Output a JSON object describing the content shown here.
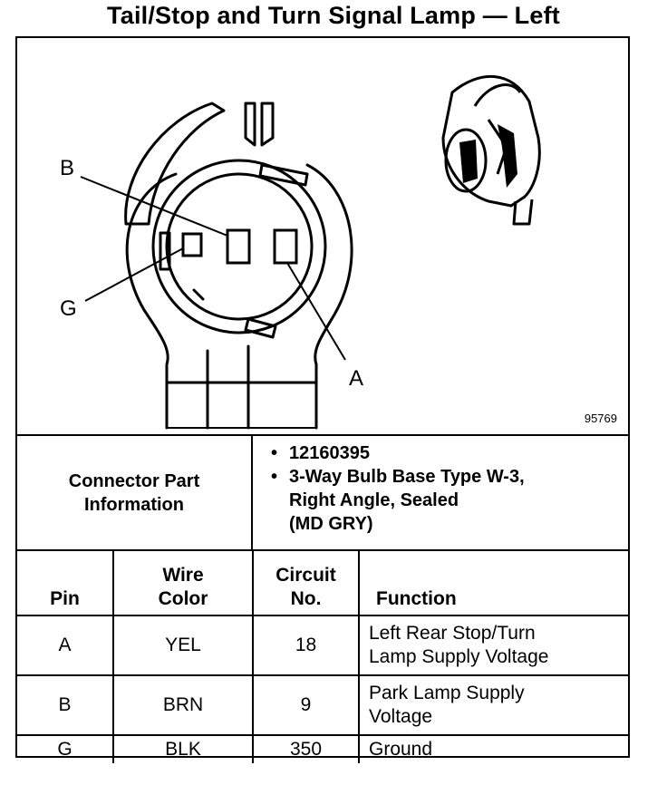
{
  "title": "Tail/Stop and Turn Signal Lamp — Left",
  "figure_id": "95769",
  "callouts": {
    "b": "B",
    "g": "G",
    "a": "A"
  },
  "connector_info": {
    "label_line1": "Connector Part",
    "label_line2": "Information",
    "items": [
      "12160395",
      "3-Way Bulb Base Type W-3,",
      "Right Angle, Sealed",
      "(MD GRY)"
    ]
  },
  "table": {
    "headers": {
      "pin": "Pin",
      "wire_color_1": "Wire",
      "wire_color_2": "Color",
      "circuit_1": "Circuit",
      "circuit_2": "No.",
      "function": "Function"
    },
    "rows": [
      {
        "pin": "A",
        "wire_color": "YEL",
        "circuit": "18",
        "function_1": "Left Rear Stop/Turn",
        "function_2": "Lamp Supply Voltage"
      },
      {
        "pin": "B",
        "wire_color": "BRN",
        "circuit": "9",
        "function_1": "Park Lamp Supply",
        "function_2": "Voltage"
      },
      {
        "pin": "G",
        "wire_color": "BLK",
        "circuit": "350",
        "function_1": "Ground",
        "function_2": ""
      }
    ]
  }
}
